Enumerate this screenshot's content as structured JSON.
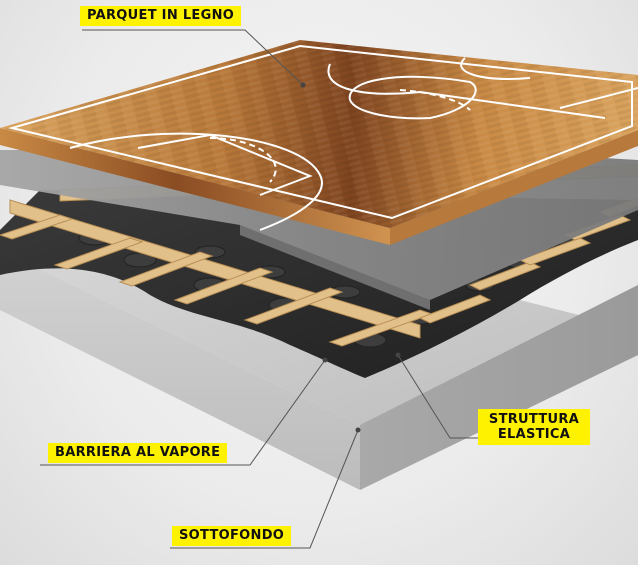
{
  "diagram": {
    "subject": "Sports floor layered construction (basketball court)",
    "colors": {
      "label_background": "#fff200",
      "label_text": "#111111",
      "leader_line": "#555555",
      "parquet": "#c98a45",
      "parquet_dark": "#7a3f1c",
      "court_lines": "#ffffff",
      "foam_panel": "#8f8f8f",
      "timber_grid": "#e2c08a",
      "elastic_pads": "#3a3a3a",
      "vapor_barrier": "#2b2b2b",
      "concrete_slab": "#c9c9c9"
    },
    "layers": [
      {
        "id": "parquet",
        "label": "PARQUET IN LEGNO"
      },
      {
        "id": "elastic",
        "label": "STRUTTURA ELASTICA",
        "label_lines": [
          "STRUTTURA",
          "ELASTICA"
        ]
      },
      {
        "id": "vapor",
        "label": "BARRIERA AL VAPORE"
      },
      {
        "id": "subfloor",
        "label": "SOTTOFONDO"
      }
    ]
  }
}
